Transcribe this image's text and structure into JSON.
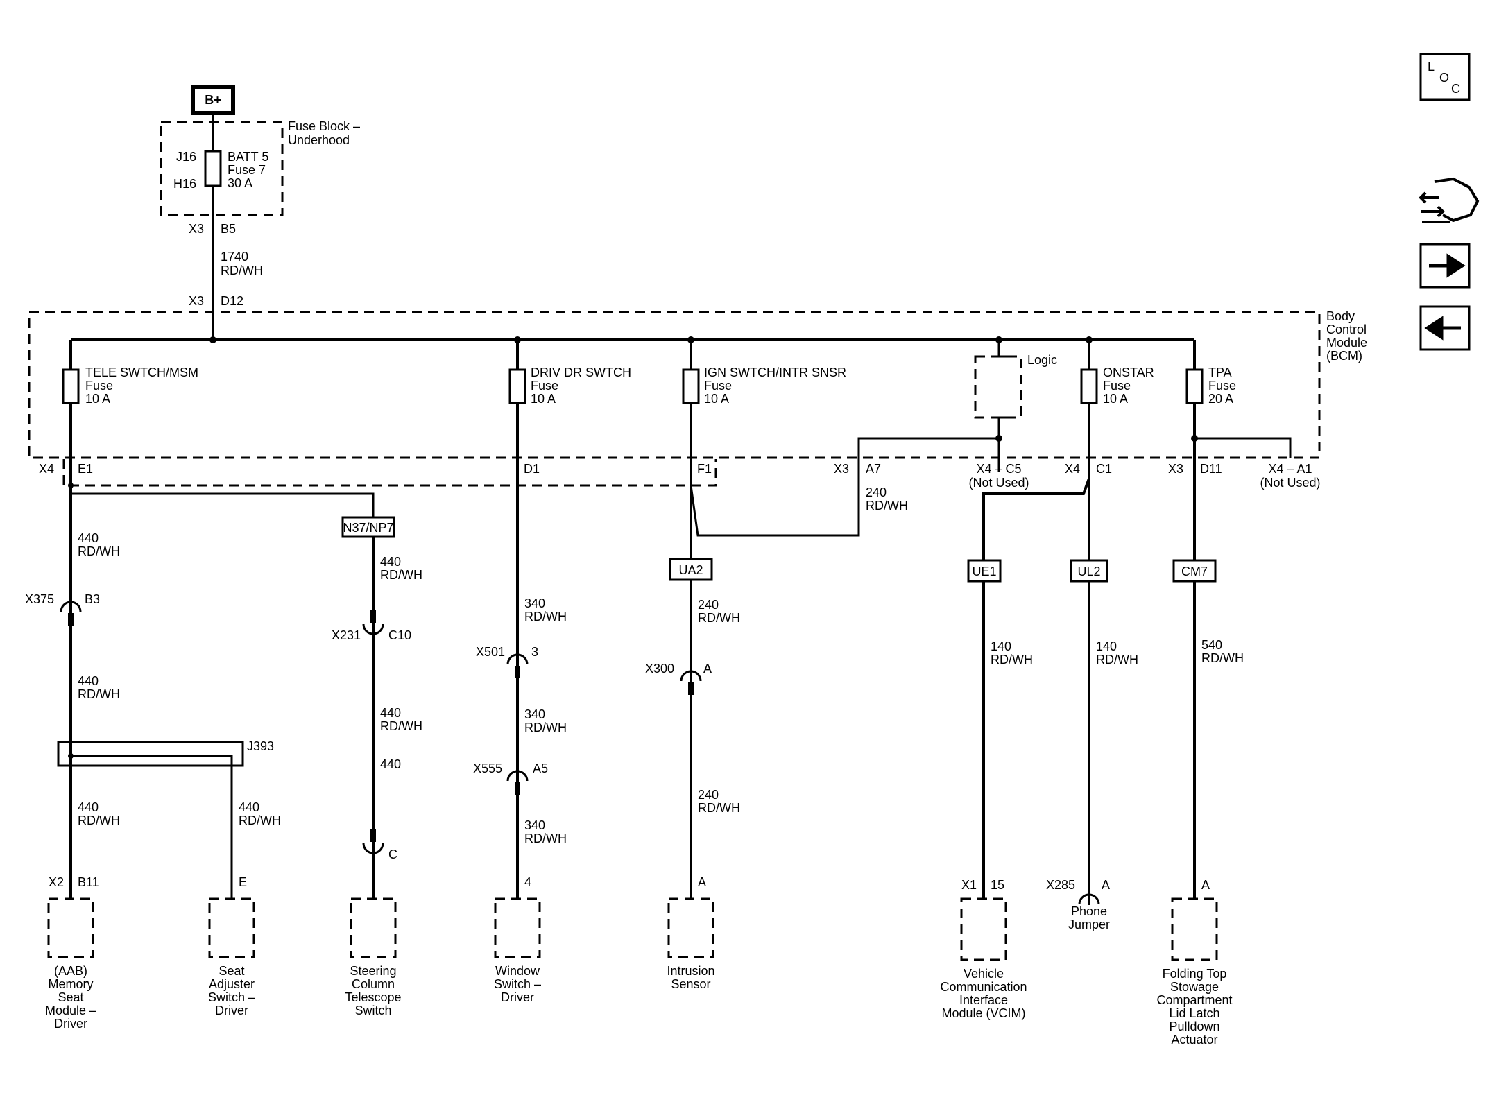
{
  "nav": {
    "loc_button": {
      "l": "L",
      "o": "O",
      "c": "C"
    },
    "crossref_icon": "double-arrow-hand-icon",
    "next_icon": "right-arrow-icon",
    "prev_icon": "left-arrow-icon"
  },
  "power": {
    "label": "B+"
  },
  "fuse_block": {
    "title": [
      "Fuse Block –",
      "Underhood"
    ],
    "pin_top": "J16",
    "pin_bottom": "H16",
    "fuse_name": "BATT 5",
    "fuse_num": "Fuse 7",
    "fuse_rating": "30 A",
    "out_conn": "X3",
    "out_pin": "B5"
  },
  "feed_wire": {
    "circuit": "1740",
    "color": "RD/WH"
  },
  "bcm": {
    "title": [
      "Body",
      "Control",
      "Module",
      "(BCM)"
    ],
    "in_conn": "X3",
    "in_pin": "D12",
    "logic_label": "Logic",
    "fuses": [
      {
        "name": "TELE SWTCH/MSM",
        "type": "Fuse",
        "rating": "10 A"
      },
      {
        "name": "DRIV DR SWTCH",
        "type": "Fuse",
        "rating": "10 A"
      },
      {
        "name": "IGN SWTCH/INTR SNSR",
        "type": "Fuse",
        "rating": "10 A"
      },
      {
        "name": "ONSTAR",
        "type": "Fuse",
        "rating": "10 A"
      },
      {
        "name": "TPA",
        "type": "Fuse",
        "rating": "20 A"
      }
    ],
    "pins": {
      "x4_conn": "X4",
      "e1": "E1",
      "d1": "D1",
      "f1": "F1",
      "x3_conn": "X3",
      "a7": "A7",
      "x4_c5": "X4 – C5",
      "c5_note": "(Not Used)",
      "x4_conn2": "X4",
      "c1": "C1",
      "x3_conn2": "X3",
      "d11": "D11",
      "x4_a1": "X4 – A1",
      "a1_note": "(Not Used)"
    }
  },
  "options": {
    "n37": "N37/NP7",
    "ua2": "UA2",
    "ue1": "UE1",
    "ul2": "UL2",
    "cm7": "CM7"
  },
  "wires": {
    "w440a": {
      "circuit": "440",
      "color": "RD/WH"
    },
    "w440b": {
      "circuit": "440",
      "color": "RD/WH"
    },
    "w440c": {
      "circuit": "440",
      "color": "RD/WH"
    },
    "w440d": {
      "circuit": "440",
      "color": "RD/WH"
    },
    "w440e": {
      "circuit": "440",
      "color": "RD/WH"
    },
    "w440f": {
      "circuit": "440",
      "color": "RD/WH"
    },
    "w440g": {
      "circuit": "440",
      "color": "RD/WH"
    },
    "w340a": {
      "circuit": "340",
      "color": "RD/WH"
    },
    "w340b": {
      "circuit": "340",
      "color": "RD/WH"
    },
    "w340c": {
      "circuit": "340",
      "color": "RD/WH"
    },
    "w240a": {
      "circuit": "240",
      "color": "RD/WH"
    },
    "w240b": {
      "circuit": "240",
      "color": "RD/WH"
    },
    "w240c": {
      "circuit": "240",
      "color": "RD/WH"
    },
    "w140a": {
      "circuit": "140",
      "color": "RD/WH"
    },
    "w140b": {
      "circuit": "140",
      "color": "RD/WH"
    },
    "w540": {
      "circuit": "540",
      "color": "RD/WH"
    }
  },
  "connectors": {
    "x375": {
      "name": "X375",
      "pin": "B3"
    },
    "x231": {
      "name": "X231",
      "pin": "C10"
    },
    "x501": {
      "name": "X501",
      "pin": "3"
    },
    "x555": {
      "name": "X555",
      "pin": "A5"
    },
    "x300": {
      "name": "X300",
      "pin": "A"
    },
    "j393": {
      "name": "J393"
    },
    "c_pin": {
      "pin": "C"
    }
  },
  "components": {
    "memory_seat": {
      "conn": "X2",
      "pin": "B11",
      "lines": [
        "(AAB)",
        "Memory",
        "Seat",
        "Module –",
        "Driver"
      ]
    },
    "seat_adjuster": {
      "pin": "E",
      "lines": [
        "Seat",
        "Adjuster",
        "Switch –",
        "Driver"
      ]
    },
    "steering_column": {
      "lines": [
        "Steering",
        "Column",
        "Telescope",
        "Switch"
      ]
    },
    "window_switch": {
      "pin": "4",
      "lines": [
        "Window",
        "Switch –",
        "Driver"
      ]
    },
    "intrusion": {
      "pin": "A",
      "lines": [
        "Intrusion",
        "Sensor"
      ]
    },
    "vcim": {
      "conn": "X1",
      "pin": "15",
      "lines": [
        "Vehicle",
        "Communication",
        "Interface",
        "Module (VCIM)"
      ]
    },
    "phone_jumper": {
      "conn": "X285",
      "pin": "A",
      "lines": [
        "Phone",
        "Jumper"
      ]
    },
    "folding_top": {
      "pin": "A",
      "lines": [
        "Folding Top",
        "Stowage",
        "Compartment",
        "Lid Latch",
        "Pulldown",
        "Actuator"
      ]
    }
  }
}
